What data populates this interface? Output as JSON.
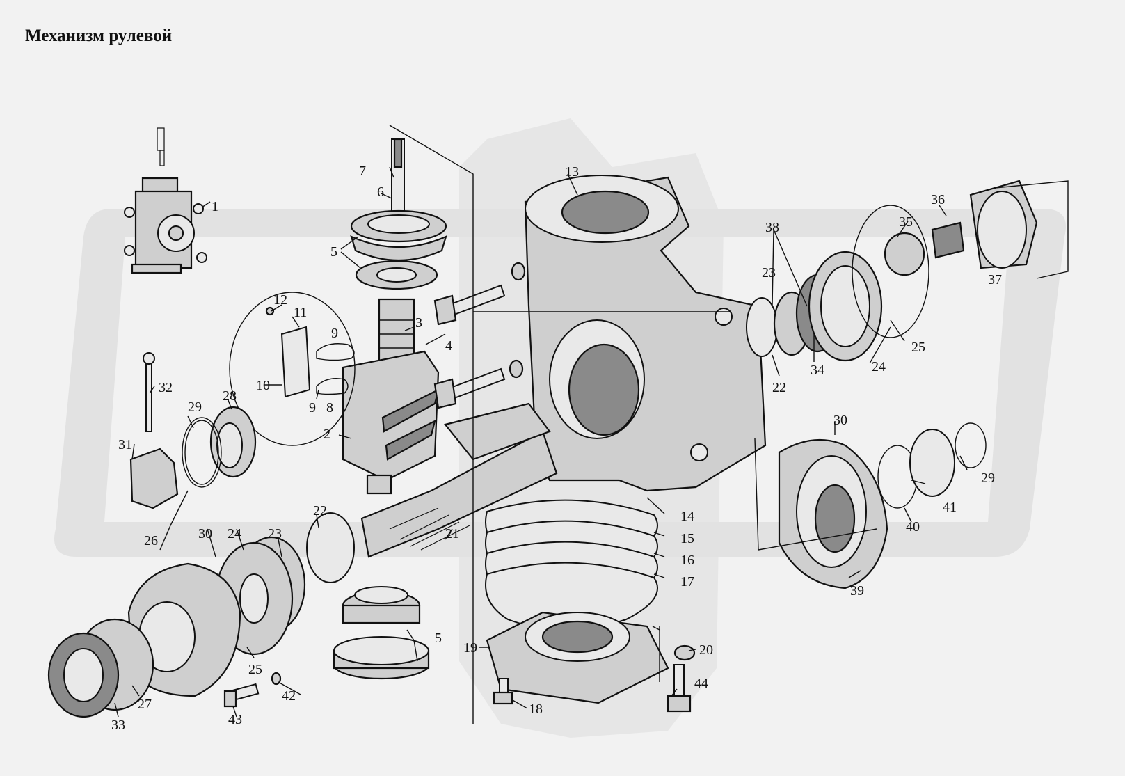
{
  "title": "Механизм рулевой",
  "callouts": [
    {
      "id": "c1",
      "text": "1"
    },
    {
      "id": "c2",
      "text": "2"
    },
    {
      "id": "c3",
      "text": "3"
    },
    {
      "id": "c4",
      "text": "4"
    },
    {
      "id": "c5a",
      "text": "5"
    },
    {
      "id": "c5b",
      "text": "5"
    },
    {
      "id": "c6",
      "text": "6"
    },
    {
      "id": "c7",
      "text": "7"
    },
    {
      "id": "c8",
      "text": "8"
    },
    {
      "id": "c9a",
      "text": "9"
    },
    {
      "id": "c9b",
      "text": "9"
    },
    {
      "id": "c10",
      "text": "10"
    },
    {
      "id": "c11",
      "text": "11"
    },
    {
      "id": "c12",
      "text": "12"
    },
    {
      "id": "c13",
      "text": "13"
    },
    {
      "id": "c14",
      "text": "14"
    },
    {
      "id": "c15",
      "text": "15"
    },
    {
      "id": "c16",
      "text": "16"
    },
    {
      "id": "c17",
      "text": "17"
    },
    {
      "id": "c18",
      "text": "18"
    },
    {
      "id": "c19",
      "text": "19"
    },
    {
      "id": "c20",
      "text": "20"
    },
    {
      "id": "c21",
      "text": "21"
    },
    {
      "id": "c22a",
      "text": "22"
    },
    {
      "id": "c22b",
      "text": "22"
    },
    {
      "id": "c23a",
      "text": "23"
    },
    {
      "id": "c23b",
      "text": "23"
    },
    {
      "id": "c24a",
      "text": "24"
    },
    {
      "id": "c24b",
      "text": "24"
    },
    {
      "id": "c25a",
      "text": "25"
    },
    {
      "id": "c25b",
      "text": "25"
    },
    {
      "id": "c26",
      "text": "26"
    },
    {
      "id": "c27",
      "text": "27"
    },
    {
      "id": "c28",
      "text": "28"
    },
    {
      "id": "c29a",
      "text": "29"
    },
    {
      "id": "c29b",
      "text": "29"
    },
    {
      "id": "c30a",
      "text": "30"
    },
    {
      "id": "c30b",
      "text": "30"
    },
    {
      "id": "c31",
      "text": "31"
    },
    {
      "id": "c32",
      "text": "32"
    },
    {
      "id": "c33",
      "text": "33"
    },
    {
      "id": "c34",
      "text": "34"
    },
    {
      "id": "c35",
      "text": "35"
    },
    {
      "id": "c36",
      "text": "36"
    },
    {
      "id": "c37",
      "text": "37"
    },
    {
      "id": "c38",
      "text": "38"
    },
    {
      "id": "c39",
      "text": "39"
    },
    {
      "id": "c40",
      "text": "40"
    },
    {
      "id": "c41",
      "text": "41"
    },
    {
      "id": "c42",
      "text": "42"
    },
    {
      "id": "c43",
      "text": "43"
    },
    {
      "id": "c44",
      "text": "44"
    }
  ]
}
